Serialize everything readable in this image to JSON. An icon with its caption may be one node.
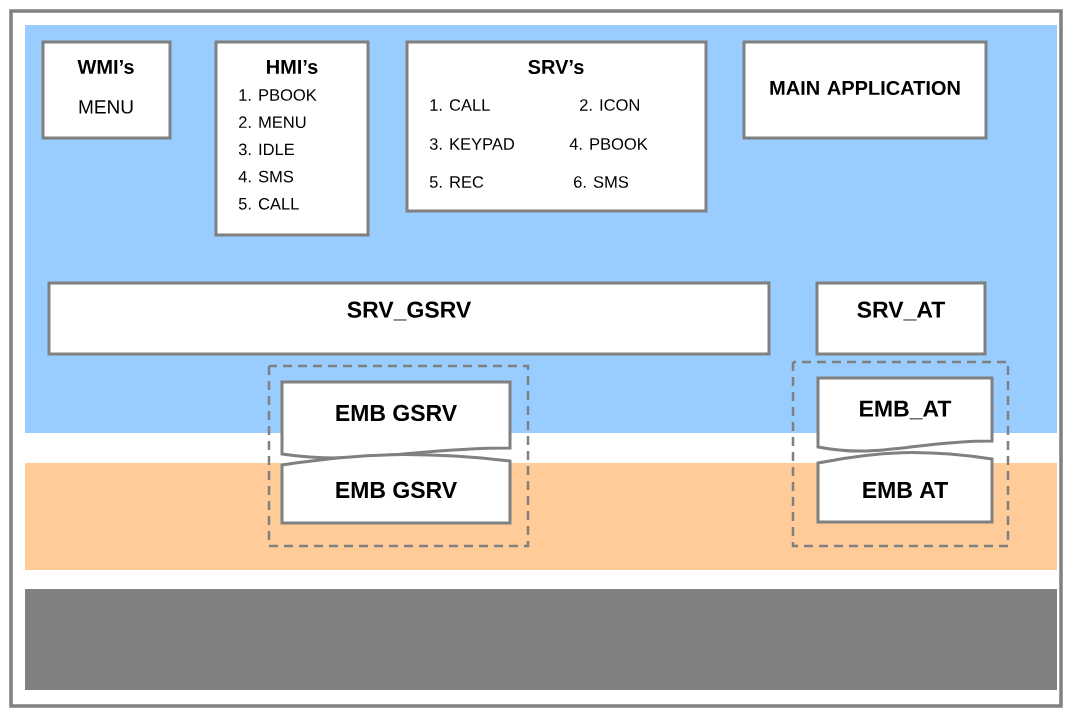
{
  "diagram": {
    "nodes": [
      {
        "text": [
          "WMI’s",
          "MENU"
        ]
      },
      {
        "text": [
          "HMI’s",
          "1. PBOOK",
          "2. MENU",
          "3. IDLE",
          "4. SMS",
          "5. CALL"
        ]
      },
      {
        "text": [
          "SRV’s",
          "1. CALL",
          "2. ICON",
          "3. KEYPAD",
          "4. PBOOK",
          "5. REC",
          "6. SMS"
        ]
      },
      {
        "text": [
          "MAIN APPLICATION"
        ]
      },
      {
        "text": [
          "SRV_GSRV"
        ]
      },
      {
        "text": [
          "SRV_AT"
        ]
      },
      {
        "text": [],
        "shape": "box"
      },
      {
        "text": [
          "EMB GSRV"
        ],
        "in": 6
      },
      {
        "text": [
          "EMB GSRV"
        ],
        "in": 6
      },
      {
        "text": [],
        "shape": "box"
      },
      {
        "text": [
          "EMB_AT"
        ],
        "in": 9
      },
      {
        "text": [
          "EMB AT"
        ],
        "in": 9
      },
      {
        "text": [],
        "shape": "bar"
      }
    ]
  }
}
